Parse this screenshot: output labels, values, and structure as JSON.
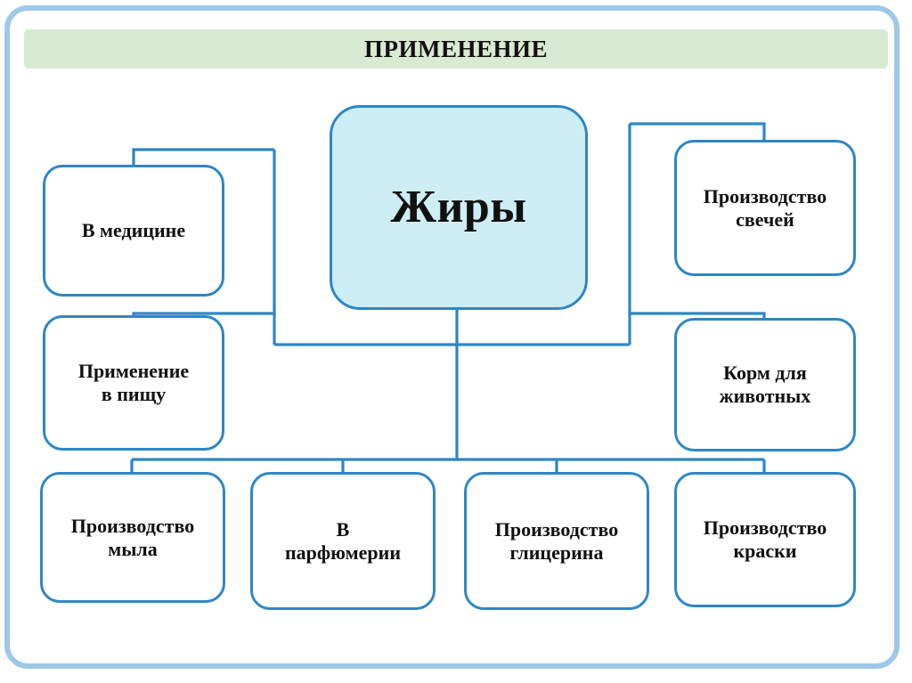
{
  "slide": {
    "title": "ПРИМЕНЕНИЕ",
    "frame_color": "#9ec8e8",
    "title_bg_color": "#d9ead3",
    "connector_color": "#2e87c4",
    "center_fill_color": "#cdeef5",
    "node_border_color": "#2e87c4",
    "text_color": "#111111"
  },
  "diagram": {
    "type": "mind-map",
    "center": {
      "label": "Жиры"
    },
    "nodes": [
      {
        "id": "medicine",
        "label": "В медицине",
        "column": "left",
        "row": 1
      },
      {
        "id": "food",
        "label": "Применение\nв пищу",
        "column": "left",
        "row": 2
      },
      {
        "id": "candles",
        "label": "Производство\nсвечей",
        "column": "right",
        "row": 1
      },
      {
        "id": "feed",
        "label": "Корм для\nживотных",
        "column": "right",
        "row": 2
      },
      {
        "id": "soap",
        "label": "Производство\nмыла",
        "column": "bottom",
        "row": 3
      },
      {
        "id": "perfume",
        "label": "В\nпарфюмерии",
        "column": "bottom",
        "row": 3
      },
      {
        "id": "glycerin",
        "label": "Производство\nглицерина",
        "column": "bottom",
        "row": 3
      },
      {
        "id": "paint",
        "label": "Производство\nкраски",
        "column": "bottom",
        "row": 3
      }
    ]
  }
}
